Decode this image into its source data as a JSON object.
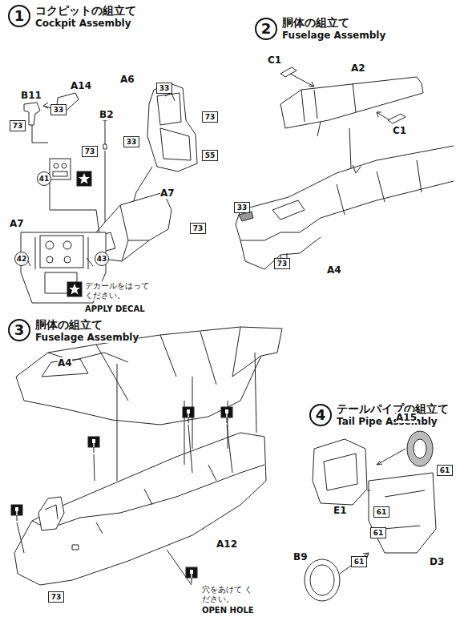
{
  "diagram": {
    "nodes": [
      {
        "text": [
          "1"
        ]
      },
      {
        "text": [
          "33"
        ]
      },
      {
        "text": [
          "73"
        ]
      },
      {
        "text": [
          "41"
        ]
      },
      {
        "text": [
          "73"
        ]
      },
      {
        "text": [
          "33"
        ]
      },
      {
        "text": [
          "33"
        ]
      },
      {
        "text": [
          "73"
        ]
      },
      {
        "text": [
          "55"
        ]
      },
      {
        "text": [
          "73"
        ]
      },
      {
        "text": [
          "42"
        ]
      },
      {
        "text": [
          "43"
        ]
      },
      {
        "text": [
          "2"
        ]
      },
      {
        "text": [
          "33"
        ]
      },
      {
        "text": [
          "73"
        ]
      },
      {
        "text": [
          "3"
        ]
      },
      {
        "text": [
          "73"
        ]
      },
      {
        "text": [
          "4"
        ]
      },
      {
        "text": [
          "61"
        ]
      },
      {
        "text": [
          "61"
        ]
      },
      {
        "text": [
          "61"
        ]
      },
      {
        "text": [
          "61"
        ]
      }
    ],
    "labels": [
      "コクピットの組立て",
      "Cockpit Assembly",
      "B11",
      "A14",
      "B2",
      "A6",
      "A7",
      "A7",
      "デカールをはって ください。",
      "APPLY DECAL",
      "胴体の組立て",
      "Fuselage Assembly",
      "C1",
      "A2",
      "C1",
      "A4",
      "胴体の組立て",
      "Fuselage Assembly",
      "A4",
      "A12",
      "穴をあけて ください。",
      "OPEN HOLE",
      "テールパイプの組立て",
      "Tail Pipe Assembly",
      "E1",
      "A15",
      "B9",
      "D3"
    ]
  }
}
